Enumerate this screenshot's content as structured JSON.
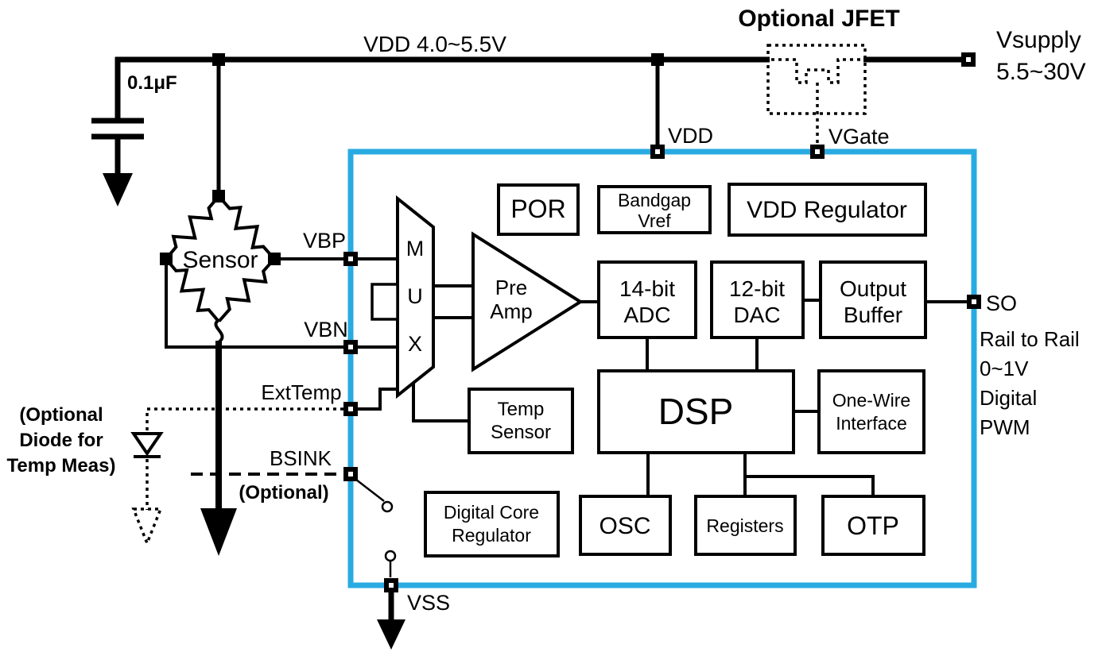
{
  "colors": {
    "chip_border": "#29ABE2",
    "wire": "#000000"
  },
  "power": {
    "vdd_rail_label": "VDD  4.0~5.5V",
    "vsupply_line1": "Vsupply",
    "vsupply_line2": "5.5~30V",
    "jfet_label": "Optional JFET",
    "cap_label": "0.1μF"
  },
  "sensor": {
    "label": "Sensor",
    "diode_note_line1": "(Optional",
    "diode_note_line2": "Diode for",
    "diode_note_line3": "Temp Meas)"
  },
  "pins": {
    "vdd": "VDD",
    "vgate": "VGate",
    "vbp": "VBP",
    "vbn": "VBN",
    "exttemp": "ExtTemp",
    "bsink": "BSINK",
    "bsink_note": "(Optional)",
    "so": "SO",
    "vss": "VSS"
  },
  "so_output": {
    "line1": "Rail to Rail",
    "line2": "0~1V",
    "line3": "Digital",
    "line4": "PWM"
  },
  "blocks": {
    "mux_m": "M",
    "mux_u": "U",
    "mux_x": "X",
    "preamp_line1": "Pre",
    "preamp_line2": "Amp",
    "por": "POR",
    "bandgap_line1": "Bandgap",
    "bandgap_line2": "Vref",
    "vdd_regulator": "VDD Regulator",
    "adc_line1": "14-bit",
    "adc_line2": "ADC",
    "dac_line1": "12-bit",
    "dac_line2": "DAC",
    "outbuf_line1": "Output",
    "outbuf_line2": "Buffer",
    "dsp": "DSP",
    "onewire_line1": "One-Wire",
    "onewire_line2": "Interface",
    "tempsensor_line1": "Temp",
    "tempsensor_line2": "Sensor",
    "dcr_line1": "Digital Core",
    "dcr_line2": "Regulator",
    "osc": "OSC",
    "registers": "Registers",
    "otp": "OTP"
  }
}
